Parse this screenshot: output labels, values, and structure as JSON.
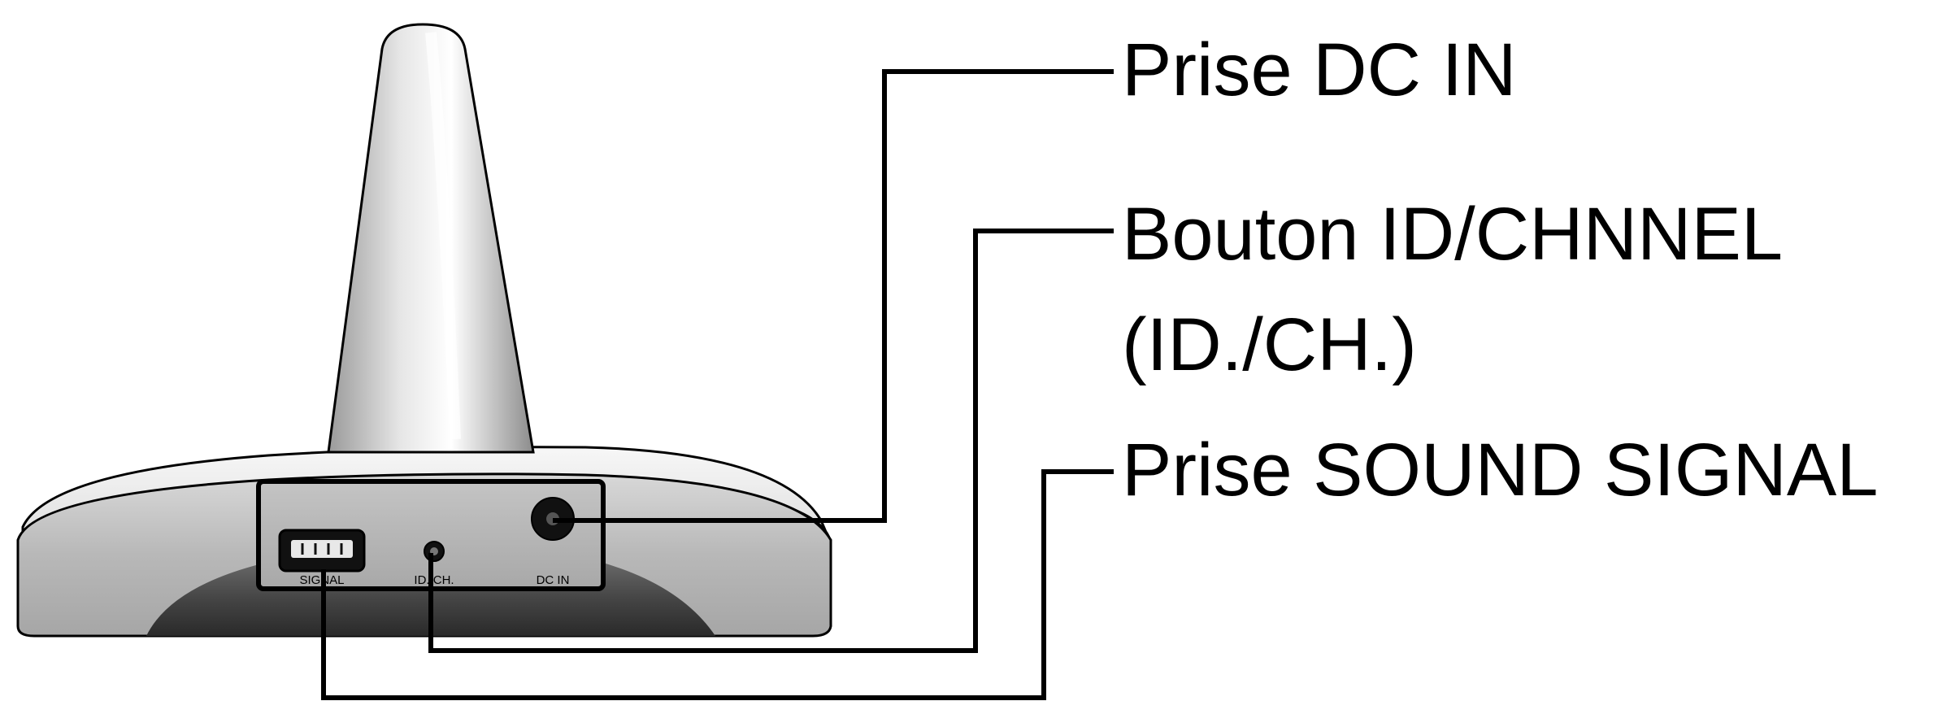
{
  "labels": {
    "dc_in": "Prise DC IN",
    "id_channel_line1": "Bouton ID/CHNNEL",
    "id_channel_line2": "(ID./CH.)",
    "sound_signal": "Prise SOUND SIGNAL"
  },
  "panel": {
    "signal": "SIGNAL",
    "id_ch": "ID./CH.",
    "dc_in": "DC IN"
  },
  "colors": {
    "line": "#000000",
    "body_light": "#f2f2f2",
    "body_mid": "#cfcfcf",
    "body_dark": "#555555",
    "panel_face": "#b5b5b5"
  }
}
